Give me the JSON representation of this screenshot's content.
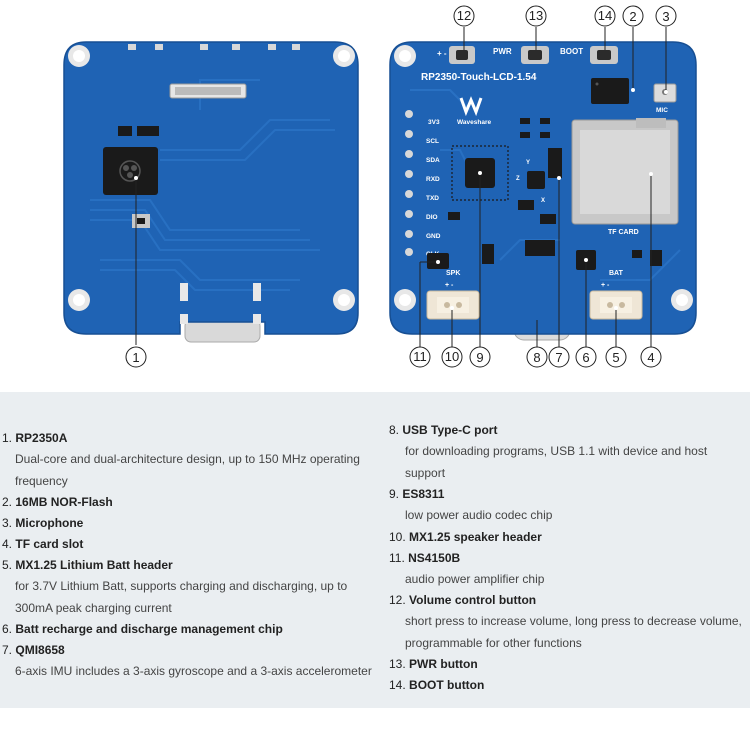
{
  "board": {
    "name_label": "RP2350-Touch-LCD-1.54",
    "brand_label": "Waveshare",
    "tf_card_label": "TF CARD",
    "mic_label": "MIC",
    "spk_label": "SPK",
    "bat_label": "BAT",
    "pwr_label": "PWR",
    "boot_label": "BOOT",
    "plus_minus": "+ -",
    "pins": [
      "3V3",
      "SCL",
      "SDA",
      "RXD",
      "TXD",
      "DIO",
      "GND",
      "CLK"
    ],
    "axis_x": "X",
    "axis_y": "Y",
    "axis_z": "Z"
  },
  "callouts": {
    "c1": "1",
    "c2": "2",
    "c3": "3",
    "c4": "4",
    "c5": "5",
    "c6": "6",
    "c7": "7",
    "c8": "8",
    "c9": "9",
    "c10": "10",
    "c11": "11",
    "c12": "12",
    "c13": "13",
    "c14": "14"
  },
  "colors": {
    "pcb_blue": "#1f63b4",
    "pcb_trace": "#2a72c4",
    "legend_bg": "#eaeef1",
    "chip_black": "#1a1a1a",
    "silver": "#c8c8c8",
    "connector_cream": "#efe6d6"
  },
  "legend": {
    "left": [
      {
        "num": "1.",
        "title": "RP2350A",
        "desc": "Dual-core and dual-architecture design, up to 150 MHz operating frequency"
      },
      {
        "num": "2.",
        "title": "16MB NOR-Flash",
        "desc": ""
      },
      {
        "num": "3.",
        "title": "Microphone",
        "desc": ""
      },
      {
        "num": "4.",
        "title": "TF card slot",
        "desc": ""
      },
      {
        "num": "5.",
        "title": "MX1.25 Lithium Batt header",
        "desc": "for 3.7V Lithium Batt, supports charging and discharging, up to 300mA peak charging current"
      },
      {
        "num": "6.",
        "title": "Batt recharge and discharge management chip",
        "desc": ""
      },
      {
        "num": "7.",
        "title": "QMI8658",
        "desc": "6-axis IMU includes a 3-axis gyroscope and a 3-axis accelerometer"
      }
    ],
    "right": [
      {
        "num": "8.",
        "title": "USB Type-C port",
        "desc": "for downloading programs, USB 1.1 with device and host support"
      },
      {
        "num": "9.",
        "title": "ES8311",
        "desc": "low power audio codec chip"
      },
      {
        "num": "10.",
        "title": "MX1.25 speaker header",
        "desc": ""
      },
      {
        "num": "11.",
        "title": "NS4150B",
        "desc": "audio power amplifier chip"
      },
      {
        "num": "12.",
        "title": "Volume control button",
        "desc": "short press to increase volume, long press to decrease volume, programmable for other functions"
      },
      {
        "num": "13.",
        "title": "PWR button",
        "desc": ""
      },
      {
        "num": "14.",
        "title": "BOOT button",
        "desc": ""
      }
    ]
  }
}
